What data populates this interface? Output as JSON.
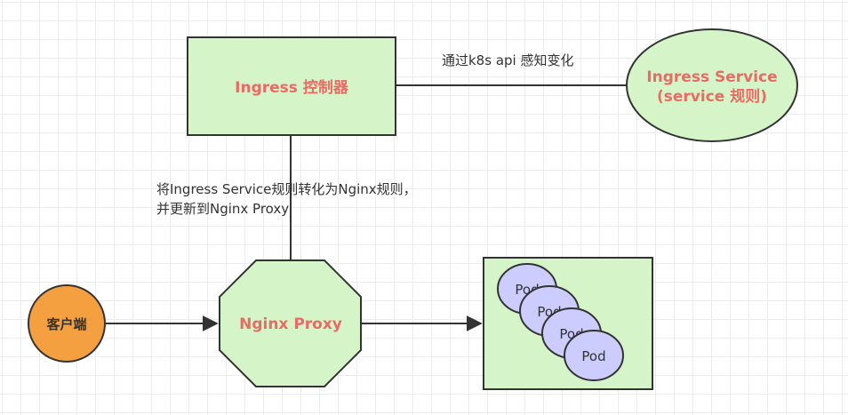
{
  "nodes": {
    "controller": {
      "label": "Ingress 控制器"
    },
    "service": {
      "line1": "Ingress Service",
      "line2": "(service 规则)"
    },
    "proxy": {
      "label": "Nginx Proxy"
    },
    "client": {
      "label": "客户端"
    },
    "pods": [
      "Pod",
      "Pod",
      "Pod",
      "Pod"
    ]
  },
  "edges": {
    "watch_label": "通过k8s api 感知变化",
    "convert_line1": "将Ingress Service规则转化为Nginx规则，",
    "convert_line2": "并更新到Nginx Proxy"
  },
  "colors": {
    "box_fill": "#d5f5c9",
    "box_stroke": "#333333",
    "title_text": "#ea6b66",
    "client_fill": "#f5a040",
    "pod_fill": "#ccccff"
  }
}
